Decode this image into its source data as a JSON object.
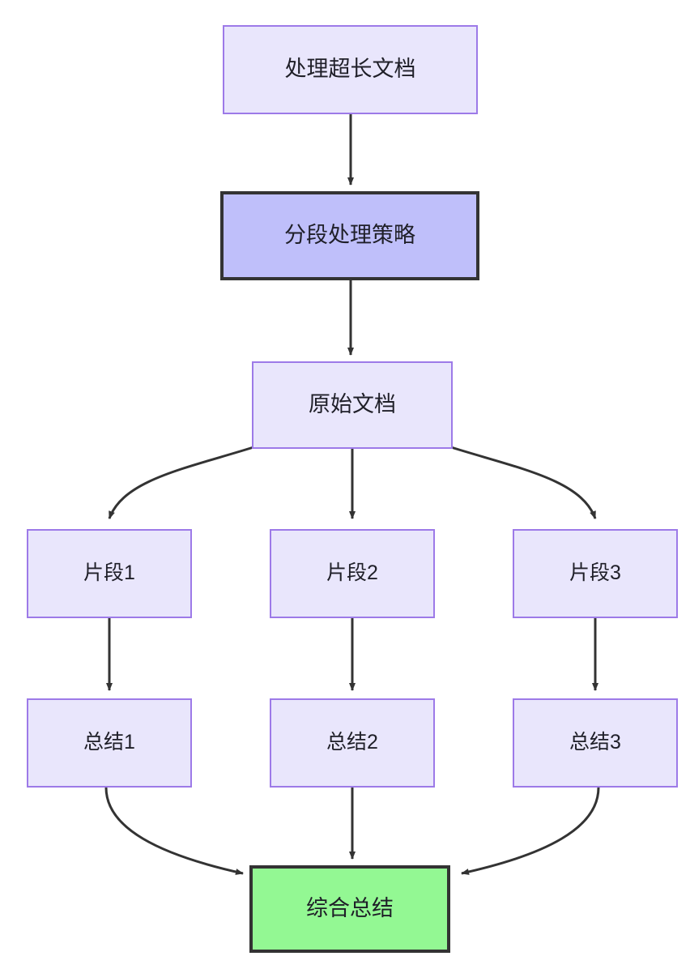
{
  "diagram": {
    "type": "flowchart",
    "direction": "top-down",
    "background": "#ffffff",
    "palette": {
      "default_fill": "#e9e6fc",
      "default_stroke": "#9d7ae8",
      "highlight_fill": "#bfbffa",
      "highlight_stroke": "#333333",
      "result_fill": "#93f893",
      "result_stroke": "#333333",
      "edge_stroke": "#333333",
      "text": "#1f1f28"
    },
    "nodes": [
      {
        "id": "doc_long",
        "label": "处理超长文档",
        "style": "default"
      },
      {
        "id": "strategy",
        "label": "分段处理策略",
        "style": "highlight"
      },
      {
        "id": "doc_raw",
        "label": "原始文档",
        "style": "default"
      },
      {
        "id": "chunk1",
        "label": "片段1",
        "style": "default"
      },
      {
        "id": "chunk2",
        "label": "片段2",
        "style": "default"
      },
      {
        "id": "chunk3",
        "label": "片段3",
        "style": "default"
      },
      {
        "id": "summary1",
        "label": "总结1",
        "style": "default"
      },
      {
        "id": "summary2",
        "label": "总结2",
        "style": "default"
      },
      {
        "id": "summary3",
        "label": "总结3",
        "style": "default"
      },
      {
        "id": "final",
        "label": "综合总结",
        "style": "result"
      }
    ],
    "edges": [
      {
        "from": "doc_long",
        "to": "strategy",
        "shape": "straight"
      },
      {
        "from": "strategy",
        "to": "doc_raw",
        "shape": "straight"
      },
      {
        "from": "doc_raw",
        "to": "chunk1",
        "shape": "curve"
      },
      {
        "from": "doc_raw",
        "to": "chunk2",
        "shape": "straight"
      },
      {
        "from": "doc_raw",
        "to": "chunk3",
        "shape": "curve"
      },
      {
        "from": "chunk1",
        "to": "summary1",
        "shape": "straight"
      },
      {
        "from": "chunk2",
        "to": "summary2",
        "shape": "straight"
      },
      {
        "from": "chunk3",
        "to": "summary3",
        "shape": "straight"
      },
      {
        "from": "summary1",
        "to": "final",
        "shape": "curve"
      },
      {
        "from": "summary2",
        "to": "final",
        "shape": "straight"
      },
      {
        "from": "summary3",
        "to": "final",
        "shape": "curve"
      }
    ]
  }
}
